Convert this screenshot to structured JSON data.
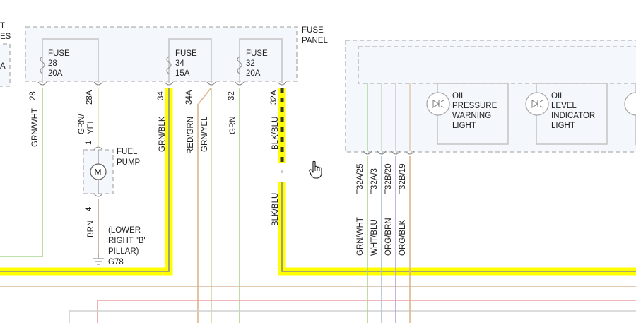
{
  "colors": {
    "highlight": "#ffff00",
    "highlight_wire": "#8c8c8c",
    "grn": "#a8d58f",
    "yel": "#e6e6a0",
    "blk": "#9a9a9a",
    "red": "#e08a8a",
    "brn": "#c8a48a",
    "blu": "#9db3e0",
    "org": "#e0b48a",
    "violet": "#b9a0d8",
    "panel_fill": "#f4f8fc",
    "panel_border": "#bdbdbd"
  },
  "fuse_panel": {
    "title_line1": "FUSE",
    "title_line2": "PANEL",
    "left_cut_line1": "T",
    "left_cut_line2": "ES",
    "left_cut_line3": "A",
    "fuses": [
      {
        "name": "FUSE",
        "number": "28",
        "rating": "20A"
      },
      {
        "name": "FUSE",
        "number": "34",
        "rating": "15A"
      },
      {
        "name": "FUSE",
        "number": "32",
        "rating": "20A"
      }
    ],
    "terminals": [
      "28",
      "28A",
      "34",
      "34A",
      "32",
      "32A"
    ]
  },
  "wires": {
    "w28": "GRN/WHT",
    "w28a": "GRN/ YEL",
    "w28a_line1": "GRN/",
    "w28a_line2": "YEL",
    "w34": "GRN/BLK",
    "w34a": "RED/GRN",
    "w34b": "GRN/YEL",
    "w32": "GRN",
    "w32a_top": "BLK/BLU",
    "w32a_bottom": "BLK/BLU",
    "brn": "BRN"
  },
  "fuel_pump": {
    "line1": "FUEL",
    "line2": "PUMP",
    "symbol": "M",
    "pin_top": "1",
    "pin_bottom": "4"
  },
  "ground": {
    "line1": "(LOWER",
    "line2": "RIGHT \"B\"",
    "line3": "PILLAR)",
    "id": "G78"
  },
  "cluster": {
    "connectors": [
      "T32A/25",
      "T32A/3",
      "T32B/20",
      "T32B/19"
    ],
    "wires": [
      "GRN/WHT",
      "WHT/BLU",
      "ORG/BRN",
      "ORG/BLK"
    ],
    "oil_pressure": {
      "line1": "OIL",
      "line2": "PRESSURE",
      "line3": "WARNING",
      "line4": "LIGHT"
    },
    "oil_level": {
      "line1": "OIL",
      "line2": "LEVEL",
      "line3": "INDICATOR",
      "line4": "LIGHT"
    }
  },
  "cursor": "hand-pointer-icon"
}
